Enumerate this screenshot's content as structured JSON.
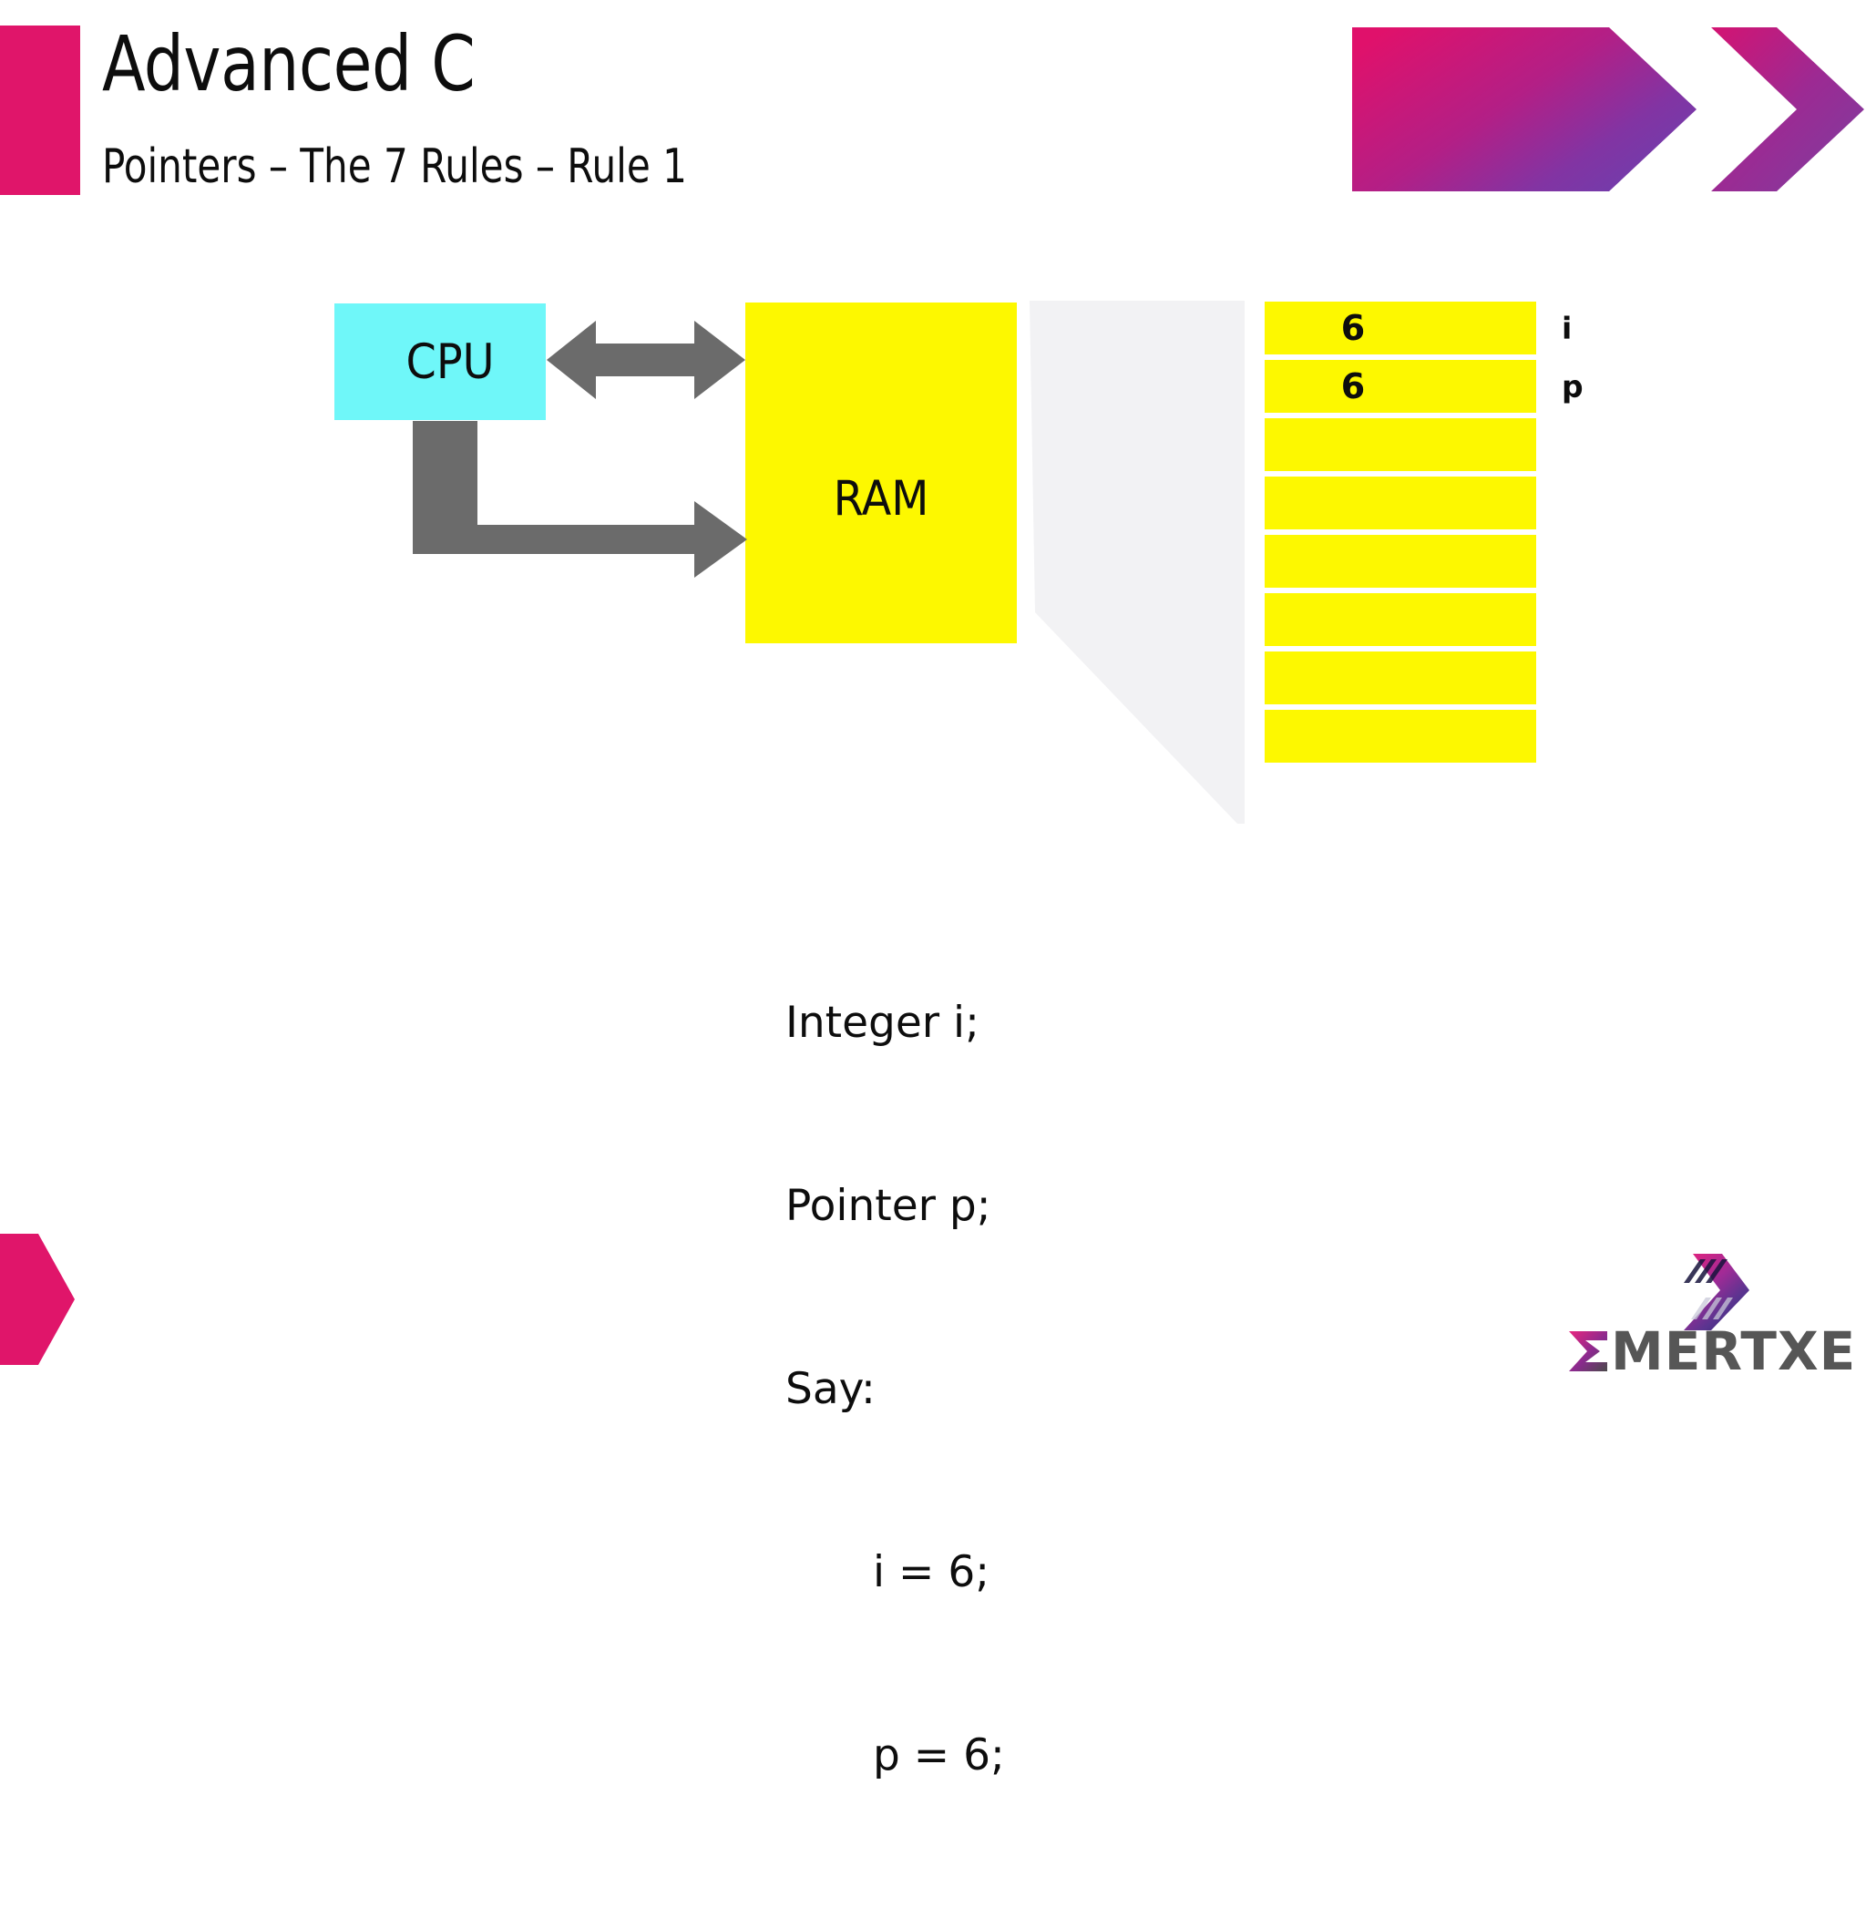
{
  "slide": {
    "title": "Advanced C",
    "subtitle": "Pointers – The 7 Rules – Rule 1"
  },
  "colors": {
    "accent_pink": "#e0156a",
    "gradient_start": "#e0136a",
    "gradient_end": "#7b3fa0",
    "cpu_fill": "#6ff7f9",
    "ram_fill": "#fdf800",
    "memory_cell_fill": "#fdf800",
    "arrow_gray": "#6b6b6b",
    "zoom_polygon": "#f2f2f4",
    "text_dark": "#0d0d0d",
    "logo_gray": "#565656"
  },
  "diagram": {
    "cpu_label": "CPU",
    "ram_label": "RAM",
    "memory_cells": [
      {
        "value": "6",
        "label": "i"
      },
      {
        "value": "6",
        "label": "p"
      },
      {
        "value": "",
        "label": ""
      },
      {
        "value": "",
        "label": ""
      },
      {
        "value": "",
        "label": ""
      },
      {
        "value": "",
        "label": ""
      },
      {
        "value": "",
        "label": ""
      },
      {
        "value": "",
        "label": ""
      }
    ]
  },
  "code": {
    "lines": [
      "Integer i;",
      "Pointer p;",
      "Say:"
    ],
    "indented_lines": [
      "i = 6;",
      "p = 6;"
    ]
  },
  "logo": {
    "word": "MERTXE"
  }
}
